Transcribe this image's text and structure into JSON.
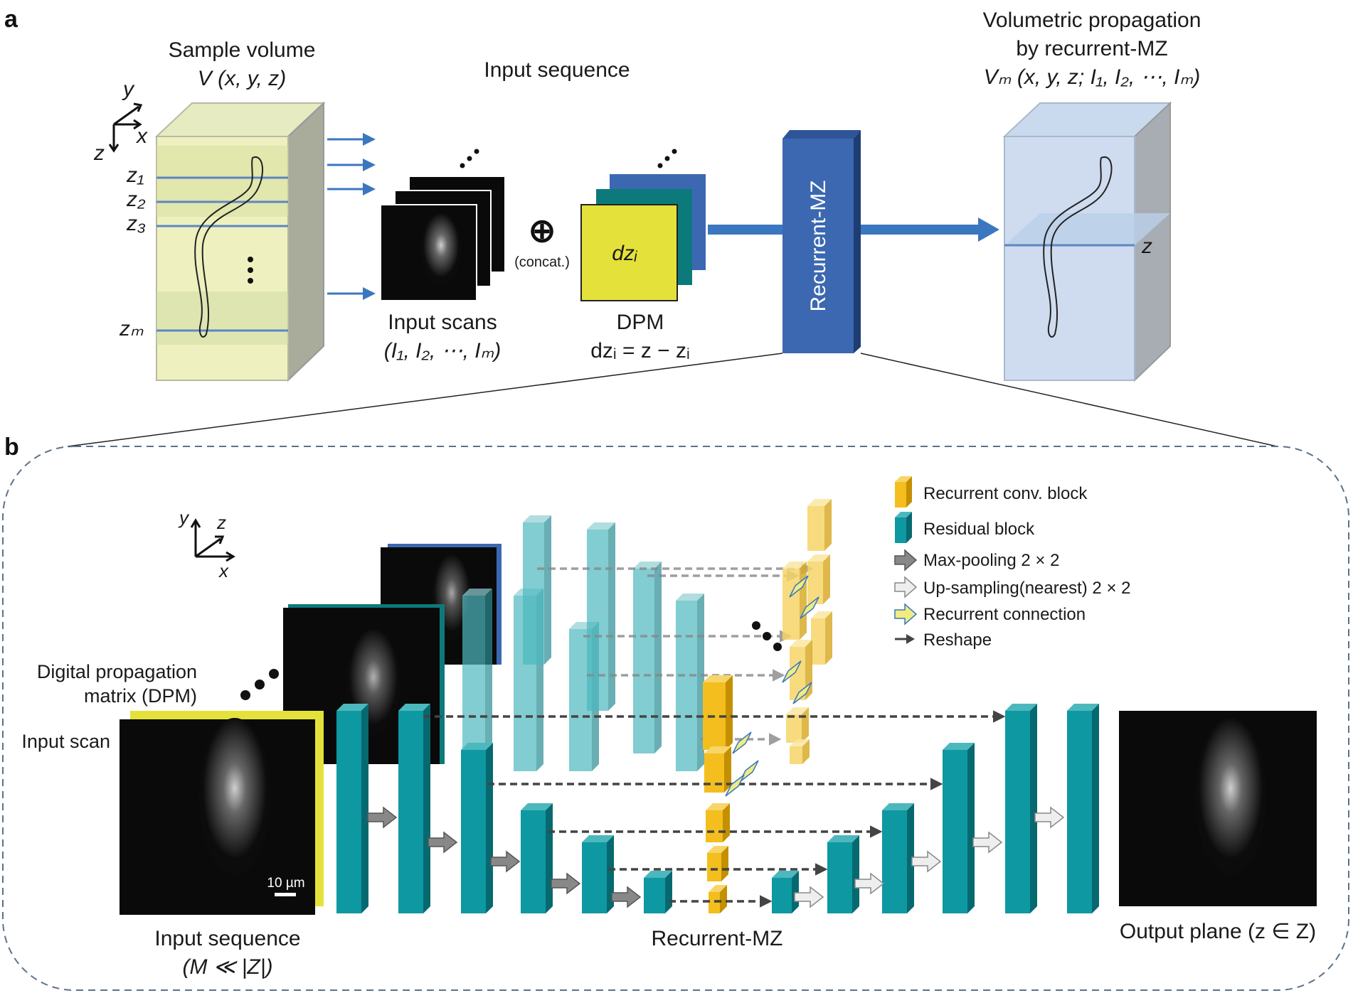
{
  "panel_a": {
    "tag": "a",
    "sample_volume_title": "Sample volume",
    "sample_volume_formula": "V (x, y, z)",
    "axis_y": "y",
    "axis_x": "x",
    "axis_z": "z",
    "z_labels": [
      "z₁",
      "z₂",
      "z₃",
      "zₘ"
    ],
    "input_sequence_title": "Input sequence",
    "input_scans_label": "Input scans",
    "input_scans_formula": "(I₁, I₂, ⋯, Iₘ)",
    "concat_symbol": "⊕",
    "concat_label": "(concat.)",
    "dpm_cell_text": "dzᵢ",
    "dpm_label": "DPM",
    "dpm_formula": "dzᵢ = z − zᵢ",
    "network_label": "Recurrent-MZ",
    "output_title_1": "Volumetric propagation",
    "output_title_2": "by recurrent-MZ",
    "output_formula": "Vₘ (x, y, z; I₁, I₂, ⋯, Iₘ)",
    "output_plane_z": "z"
  },
  "panel_b": {
    "tag": "b",
    "axis_y": "y",
    "axis_z": "z",
    "axis_x": "x",
    "dpm_label_1": "Digital propagation",
    "dpm_label_2": "matrix (DPM)",
    "input_scan_label": "Input scan",
    "scale_bar": "10 µm",
    "input_sequence_label": "Input sequence",
    "input_sequence_formula": "(M ≪ |Z|)",
    "network_label": "Recurrent-MZ",
    "output_label": "Output plane (z ∈ Z)",
    "legend": [
      {
        "label": "Recurrent conv. block",
        "icon": "yellow-block-icon"
      },
      {
        "label": "Residual block",
        "icon": "teal-block-icon"
      },
      {
        "label": "Max-pooling 2 × 2",
        "icon": "dark-arrow-icon"
      },
      {
        "label": "Up-sampling(nearest) 2 × 2",
        "icon": "light-arrow-icon"
      },
      {
        "label": "Recurrent connection",
        "icon": "yellow-arrow-icon"
      },
      {
        "label": "Reshape",
        "icon": "reshape-arrow-icon"
      }
    ]
  },
  "colors": {
    "teal": "#0e98a2",
    "teal_dark": "#076970",
    "yellow": "#f3be1e",
    "blue_block": "#3b68b0",
    "dpm_yellow": "#e4e23a",
    "arrow_blue": "#3b77c0"
  }
}
